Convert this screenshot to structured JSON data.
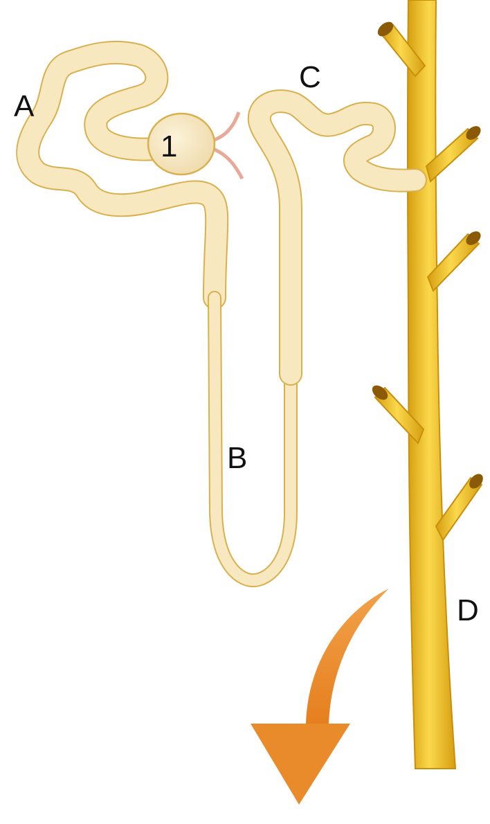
{
  "labels": {
    "a": "A",
    "one": "1",
    "b": "B",
    "c": "C",
    "d": "D"
  },
  "colors": {
    "tubule_fill": "#F8E8C0",
    "tubule_stroke": "#D8B14E",
    "duct_fill": "#F2C52E",
    "duct_stroke": "#D39B12",
    "arrow": "#E98A2B",
    "capillary": "#E8A998",
    "label_text": "#111111"
  }
}
